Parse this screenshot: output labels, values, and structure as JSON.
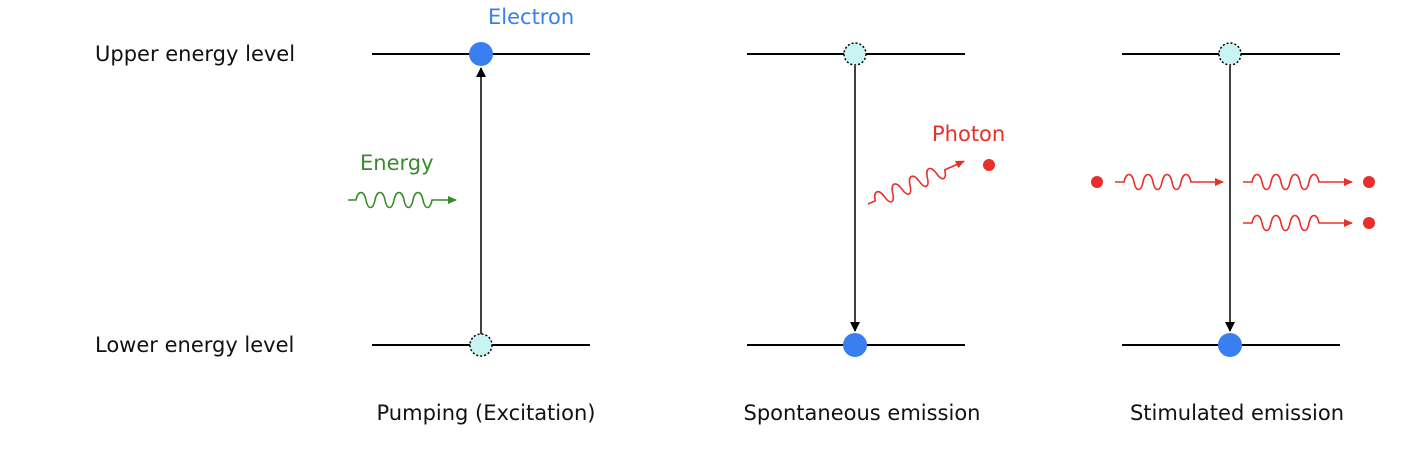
{
  "level_labels": {
    "upper": "Upper energy level",
    "lower": "Lower energy level"
  },
  "annotations": {
    "electron": "Electron",
    "energy": "Energy",
    "photon": "Photon"
  },
  "panels": [
    {
      "caption": "Pumping (Excitation)"
    },
    {
      "caption": "Spontaneous emission"
    },
    {
      "caption": "Stimulated emission"
    }
  ],
  "colors": {
    "electron": "#3a7ff0",
    "empty_state_fill": "#c9f4f4",
    "energy": "#3a8a2e",
    "photon": "#e8302a",
    "line": "#000000"
  }
}
